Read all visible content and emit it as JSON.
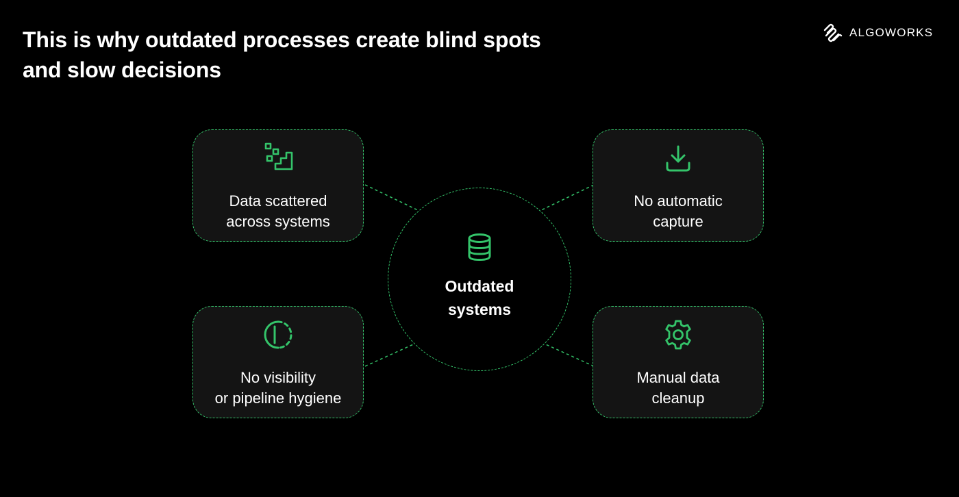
{
  "header": {
    "title_line1": "This is why outdated processes create blind spots",
    "title_line2": "and slow decisions",
    "logo_text": "ALGOWORKS"
  },
  "colors": {
    "background": "#000000",
    "accent": "#34c46a",
    "card_background": "#141414",
    "text": "#ffffff"
  },
  "center": {
    "icon": "database-icon",
    "label_line1": "Outdated",
    "label_line2": "systems"
  },
  "cards": [
    {
      "icon": "scattered-squares-icon",
      "label_line1": "Data scattered",
      "label_line2": "across systems"
    },
    {
      "icon": "download-icon",
      "label_line1": "No automatic",
      "label_line2": "capture"
    },
    {
      "icon": "half-circle-visibility-icon",
      "label_line1": "No visibility",
      "label_line2": "or pipeline hygiene"
    },
    {
      "icon": "gear-icon",
      "label_line1": "Manual data",
      "label_line2": "cleanup"
    }
  ]
}
